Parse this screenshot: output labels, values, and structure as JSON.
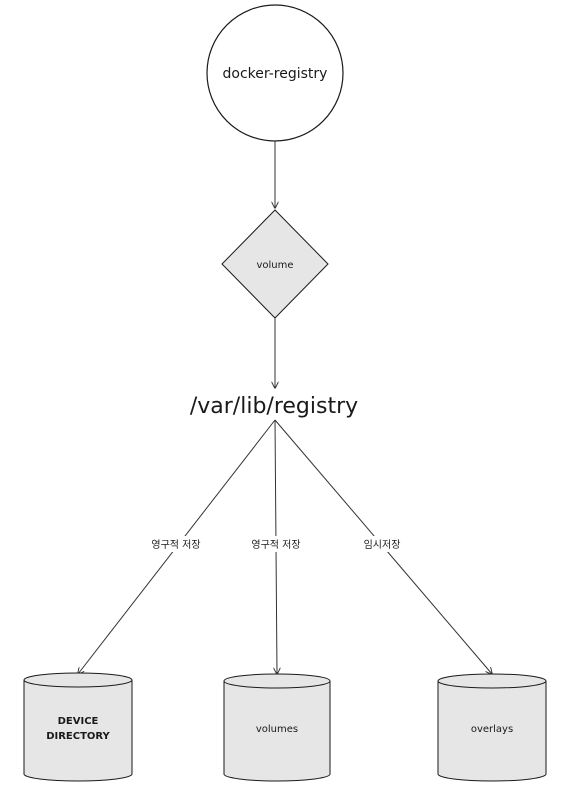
{
  "nodes": {
    "registry_service": {
      "label": "docker-registry"
    },
    "volume": {
      "label": "volume"
    },
    "path": {
      "label": "/var/lib/registry"
    },
    "device_directory": {
      "line1": "DEVICE",
      "line2": "DIRECTORY"
    },
    "volumes": {
      "label": "volumes"
    },
    "overlays": {
      "label": "overlays"
    }
  },
  "edges": {
    "to_device": {
      "label": "영구적 저장"
    },
    "to_volumes": {
      "label": "영구적 저장"
    },
    "to_overlays": {
      "label": "임시저장"
    }
  },
  "colors": {
    "node_fill": "#e6e6e6",
    "stroke": "#1a1a1a",
    "background": "#ffffff"
  }
}
